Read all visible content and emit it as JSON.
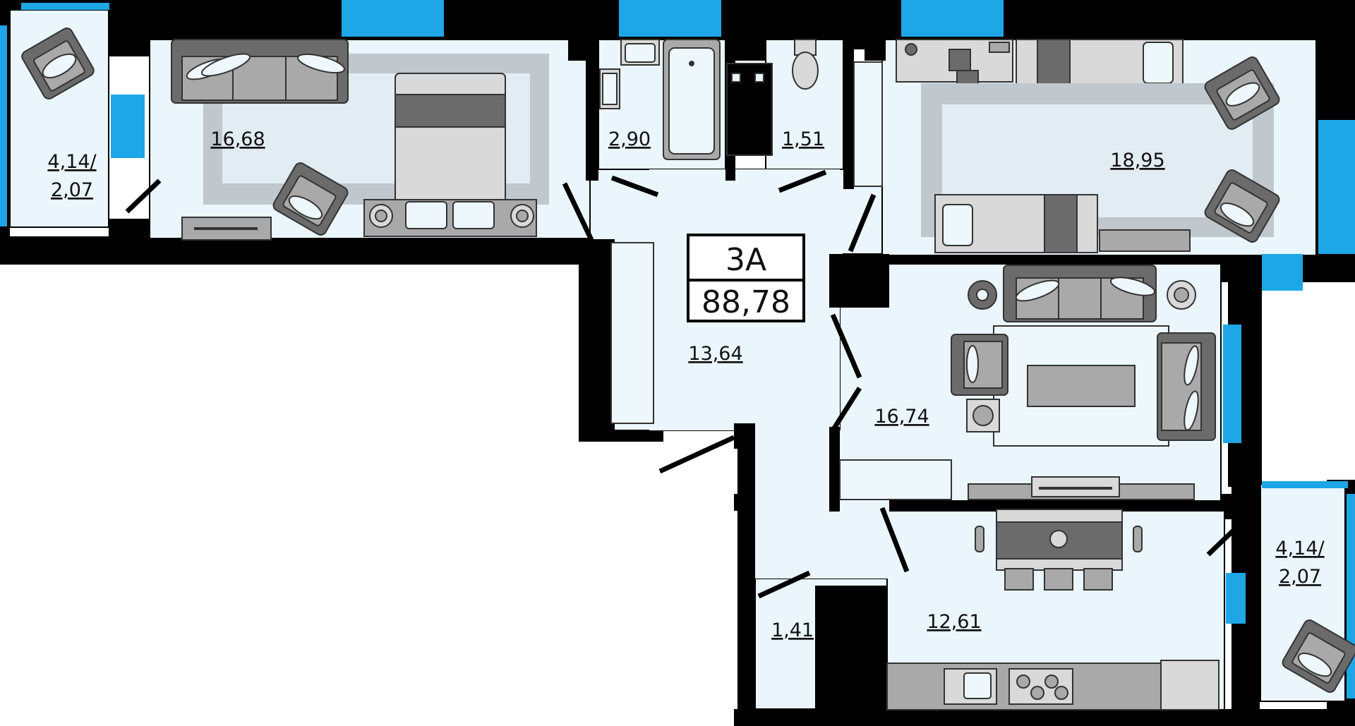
{
  "apartment": {
    "type": "3А",
    "total_area": "88,78"
  },
  "rooms": {
    "balcony_left": {
      "area_line1": "4,14/",
      "area_line2": "2,07"
    },
    "bedroom": {
      "area": "16,68"
    },
    "bathroom": {
      "area": "2,90"
    },
    "wc": {
      "area": "1,51"
    },
    "bedroom_right": {
      "area": "18,95"
    },
    "hall": {
      "area": "13,64"
    },
    "living_room": {
      "area": "16,74"
    },
    "kitchen": {
      "area": "12,61"
    },
    "storage": {
      "area": "1,41"
    },
    "balcony_right": {
      "area_line1": "4,14/",
      "area_line2": "2,07"
    }
  },
  "colors": {
    "wall": "#000000",
    "floor": "#eaf5fc",
    "window": "#1ea6e6",
    "furniture_dark": "#6b6b6b",
    "furniture_mid": "#a9a9a9",
    "furniture_light": "#d9d9d9",
    "rug": "#c0c7cd"
  }
}
